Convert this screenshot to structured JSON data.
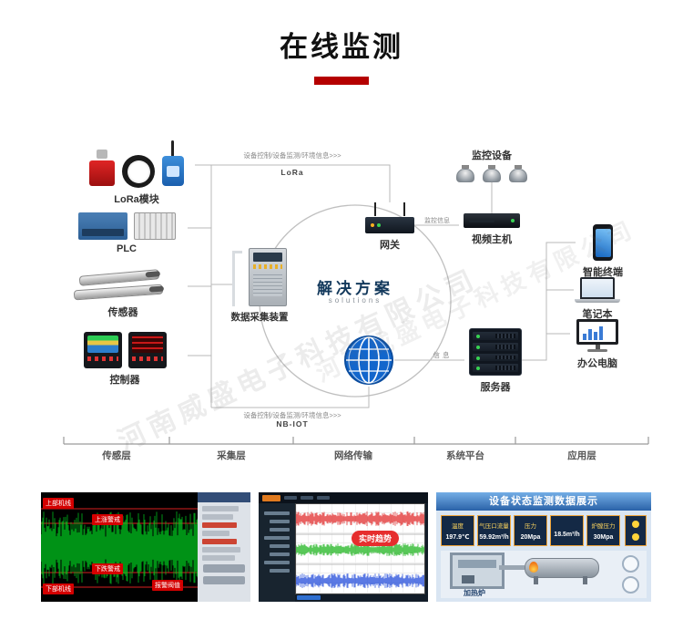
{
  "page": {
    "title": "在线监测"
  },
  "watermark": {
    "text": "河南威盛电子科技有限公司"
  },
  "diagram": {
    "center": {
      "title": "解决方案",
      "subtitle": "solutions"
    },
    "devices": {
      "lora": "LoRa模块",
      "plc": "PLC",
      "sensor": "传感器",
      "controller": "控制器",
      "daq": "数据采集装置",
      "gateway": "网关",
      "cameras": "监控设备",
      "video_host": "视频主机",
      "server": "服务器",
      "phone": "智能终端",
      "laptop": "笔记本",
      "pc": "办公电脑"
    },
    "links": {
      "top": {
        "label": "设备控制/设备监测/环境信息>>>",
        "sub": "LoRa"
      },
      "bottom": {
        "label": "设备控制/设备监测/环境信息>>>",
        "sub": "NB-IOT"
      },
      "video": "监控信息",
      "info": "信息"
    },
    "layers": [
      {
        "label": "传感层"
      },
      {
        "label": "采集层"
      },
      {
        "label": "网络传输"
      },
      {
        "label": "系统平台"
      },
      {
        "label": "应用层"
      }
    ]
  },
  "panels": {
    "wave": {
      "labels": {
        "top_line": "上部机线",
        "up_warn": "上涨警戒",
        "down_warn": "下跌警戒",
        "bottom_line": "下部机线",
        "threshold": "报警阀值"
      }
    },
    "trend": {
      "badge": "实时趋势"
    },
    "status": {
      "title": "设备状态监测数据展示",
      "metrics": [
        {
          "label": "温度",
          "value": "197.9℃"
        },
        {
          "label": "气压口流量",
          "value": "59.92m³/h"
        },
        {
          "label": "压力",
          "value": "20Mpa"
        },
        {
          "label": "",
          "value": "18.5m³/h"
        },
        {
          "label": "炉膛压力",
          "value": "30Mpa"
        }
      ],
      "furnace": "加热炉"
    }
  }
}
